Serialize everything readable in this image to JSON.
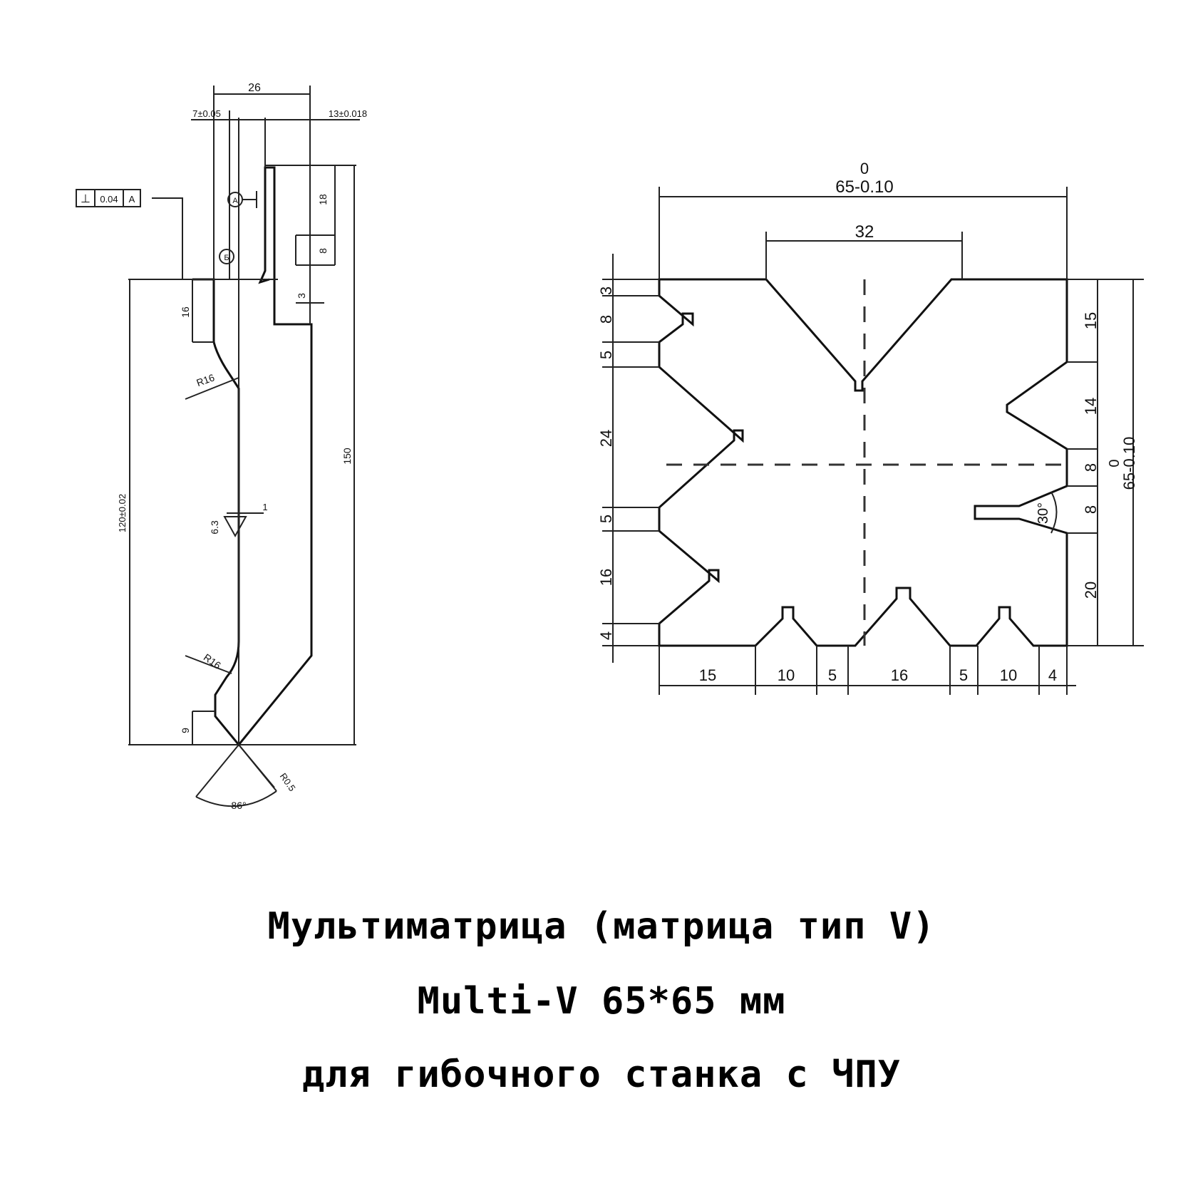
{
  "punch_drawing": {
    "dims": {
      "width_26": "26",
      "tol_7": "7±0.05",
      "tol_13": "13±0.018",
      "perp_symbol": "⊥",
      "perp_value": "0.04",
      "perp_datum": "A",
      "datum_a": "A",
      "datum_b": "Б",
      "h18": "18",
      "h8": "8",
      "h3": "3",
      "h16": "16",
      "r16_top": "R16",
      "h150": "150",
      "h120": "120±0.02",
      "roughness": "6.3",
      "rough_1": "1",
      "r16_bottom": "R16",
      "h9": "9",
      "angle": "86°",
      "tip_radius": "R0.5"
    }
  },
  "die_drawing": {
    "top_width": "65-0.10",
    "top_width_zero": "0",
    "top_v": "32",
    "left_dims": [
      "3",
      "8",
      "5",
      "24",
      "5",
      "16",
      "4"
    ],
    "right_dims": [
      "15",
      "14",
      "8",
      "8",
      "20"
    ],
    "right_total": "65-0.10",
    "right_total_zero": "0",
    "angle": "30°",
    "bottom_dims": [
      "15",
      "10",
      "5",
      "16",
      "5",
      "10",
      "4"
    ]
  },
  "caption": {
    "line1": "Мультиматрица (матрица тип V)",
    "line2": "Multi-V 65*65 мм",
    "line3": "для гибочного станка с ЧПУ"
  }
}
